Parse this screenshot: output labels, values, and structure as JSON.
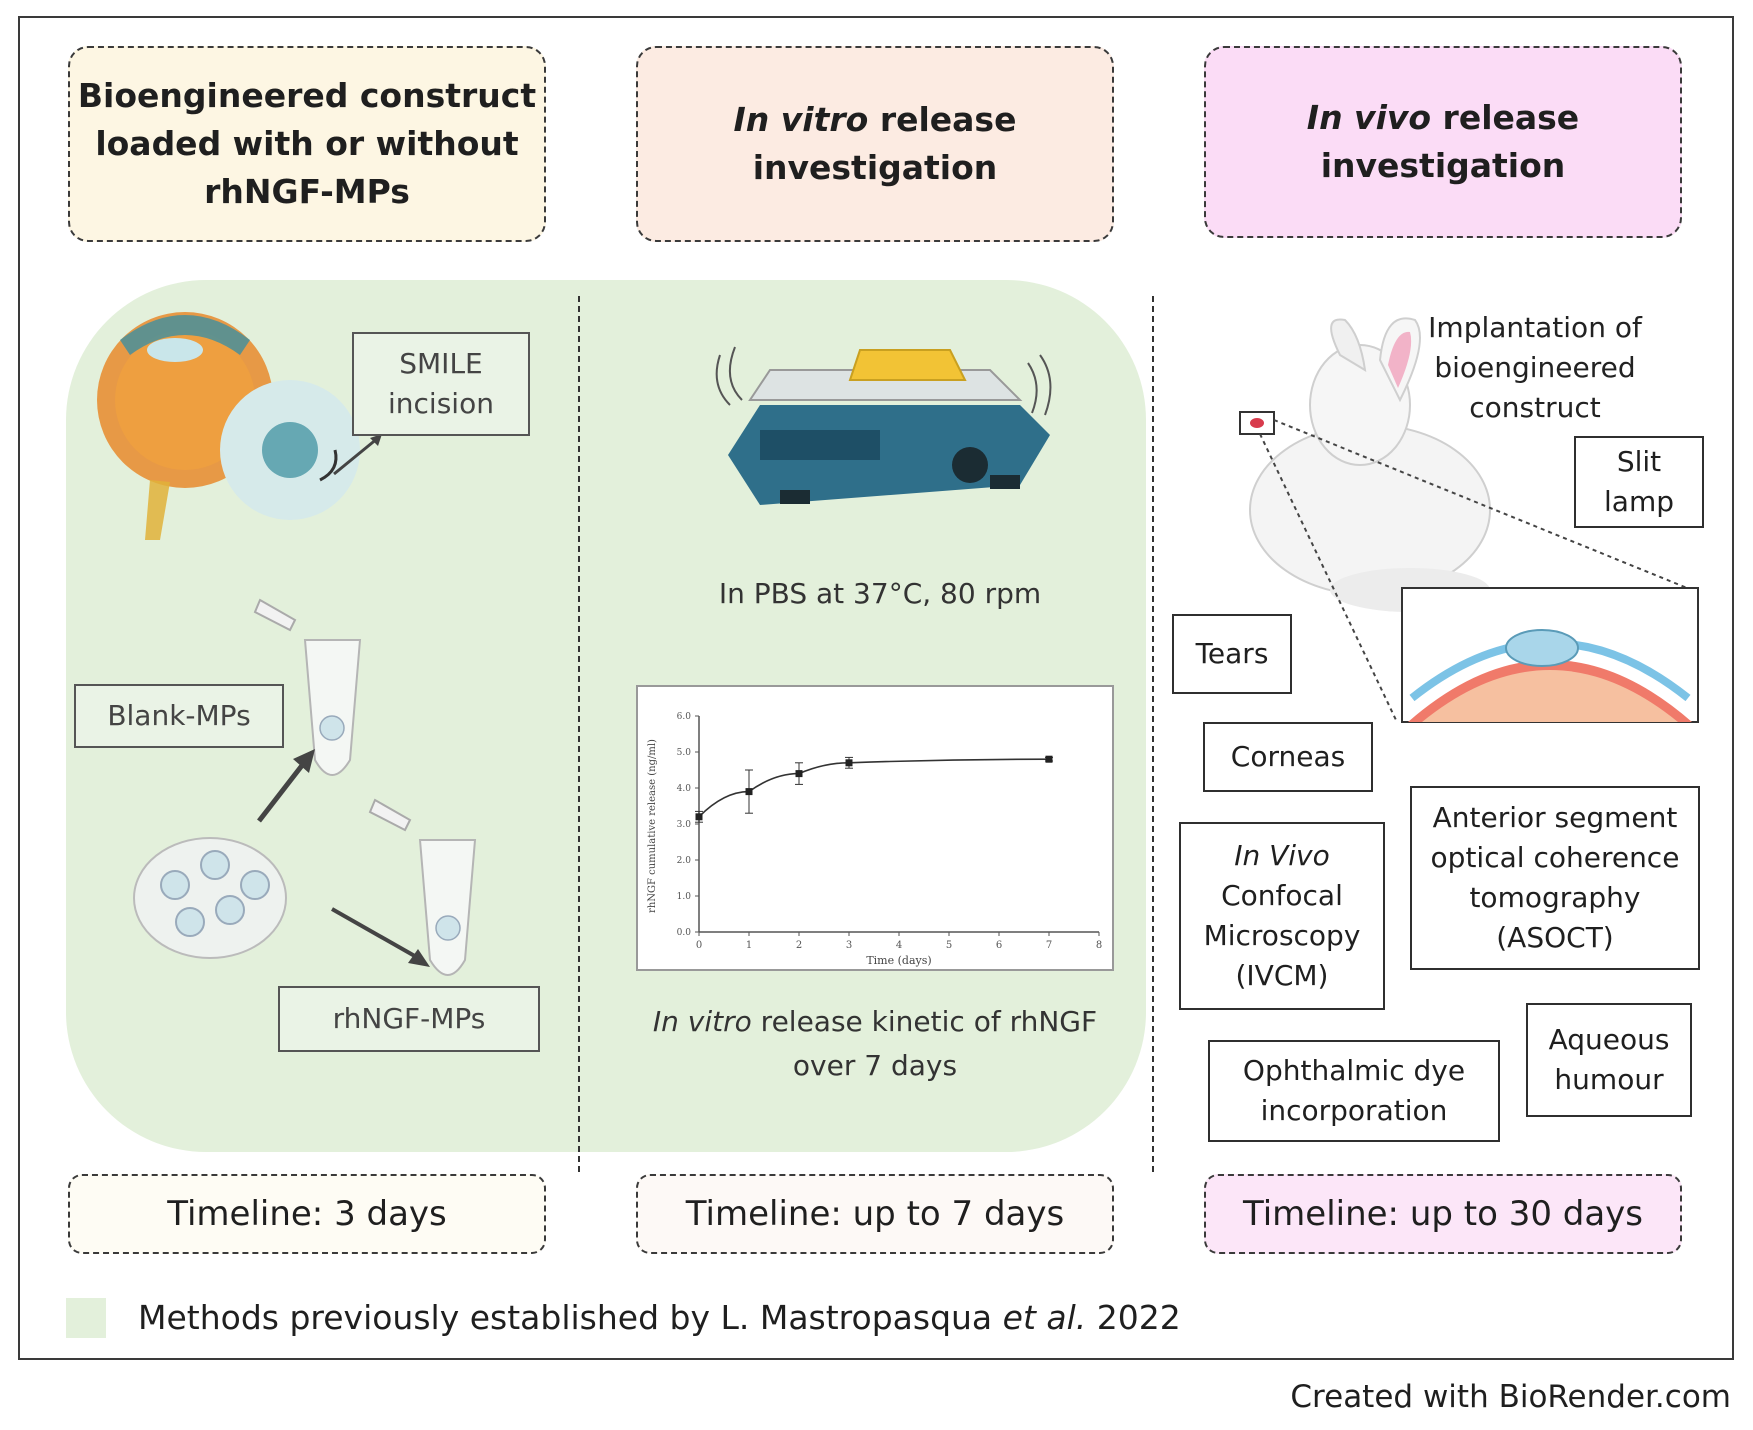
{
  "panels": {
    "construct": {
      "title_lines": [
        "Bioengineered construct",
        "loaded with or without",
        "rhNGF-MPs"
      ],
      "timeline": "Timeline: 3 days"
    },
    "invitro": {
      "title_italic": "In vitro",
      "title_rest": " release",
      "title_line2": "investigation",
      "timeline": "Timeline: up to 7 days"
    },
    "invivo": {
      "title_italic": "In vivo",
      "title_rest": " release",
      "title_line2": "investigation",
      "timeline": "Timeline: up to 30 days"
    }
  },
  "construct_labels": {
    "smile_line1": "SMILE",
    "smile_line2": "incision",
    "blank": "Blank-MPs",
    "rhngf": "rhNGF-MPs"
  },
  "invitro_labels": {
    "shaker_caption": "In PBS at 37°C, 80 rpm",
    "kinetic_italic": "In vitro",
    "kinetic_rest": " release kinetic of rhNGF",
    "kinetic_line2": "over 7 days"
  },
  "invivo_labels": {
    "implant_lines": [
      "Implantation of",
      "bioengineered",
      "construct"
    ],
    "slit_lamp": [
      "Slit",
      "lamp"
    ],
    "tears": "Tears",
    "corneas": "Corneas",
    "ivcm_italic": "In Vivo",
    "ivcm_lines": [
      "Confocal",
      "Microscopy",
      "(IVCM)"
    ],
    "asoct_lines": [
      "Anterior segment",
      "optical coherence",
      "tomography",
      "(ASOCT)"
    ],
    "aqueous_lines": [
      "Aqueous",
      "humour"
    ],
    "dye_lines": [
      "Ophthalmic dye",
      "incorporation"
    ]
  },
  "legend": {
    "text_before": "Methods previously established by L. Mastropasqua ",
    "text_italic": "et al.",
    "text_after": " 2022",
    "swatch_color": "#e3f0db"
  },
  "credit": "Created with BioRender.com",
  "colors": {
    "construct_fill": "#fdf6e3",
    "invitro_fill": "#fcebe2",
    "invivo_fill": "#fbdcf6",
    "established_green": "#e3f0db"
  },
  "chart_data": {
    "type": "line",
    "title": "",
    "xlabel": "Time (days)",
    "ylabel": "rhNGF cumulative release (ng/ml)",
    "xlim": [
      0,
      8
    ],
    "ylim": [
      0,
      6
    ],
    "xticks": [
      "0",
      "1",
      "2",
      "3",
      "4",
      "5",
      "6",
      "7",
      "8"
    ],
    "yticks": [
      "0.0",
      "1.0",
      "2.0",
      "3.0",
      "4.0",
      "5.0",
      "6.0"
    ],
    "x": [
      0,
      1,
      2,
      3,
      7
    ],
    "y": [
      3.2,
      3.9,
      4.4,
      4.7,
      4.8
    ],
    "error": [
      0.15,
      0.6,
      0.3,
      0.15,
      0.05
    ],
    "grid": false
  }
}
